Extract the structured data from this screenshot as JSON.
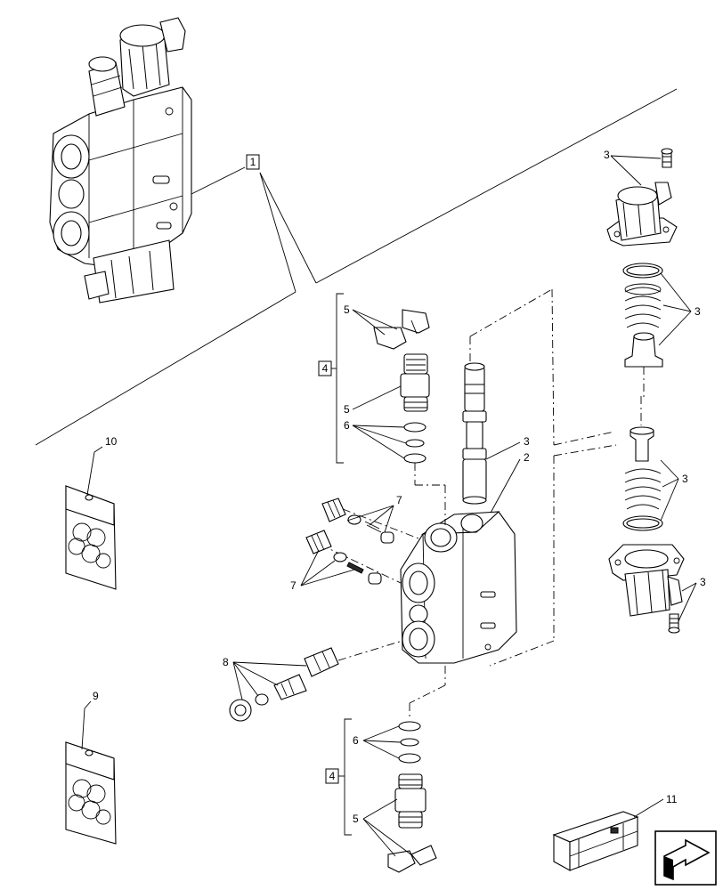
{
  "callouts": {
    "c1": "1",
    "c2": "2",
    "c3a": "3",
    "c3b": "3",
    "c3c": "3",
    "c3d": "3",
    "c3e": "3",
    "c4a": "4",
    "c4b": "4",
    "c5a": "5",
    "c5b": "5",
    "c5c": "5",
    "c6a": "6",
    "c6b": "6",
    "c7a": "7",
    "c7b": "7",
    "c8": "8",
    "c9": "9",
    "c10": "10",
    "c11": "11"
  },
  "icons": {
    "nav_arrow": "next-page-arrow-icon",
    "crate": "shipping-crate-icon",
    "kit_bag": "seal-kit-bag-icon"
  }
}
